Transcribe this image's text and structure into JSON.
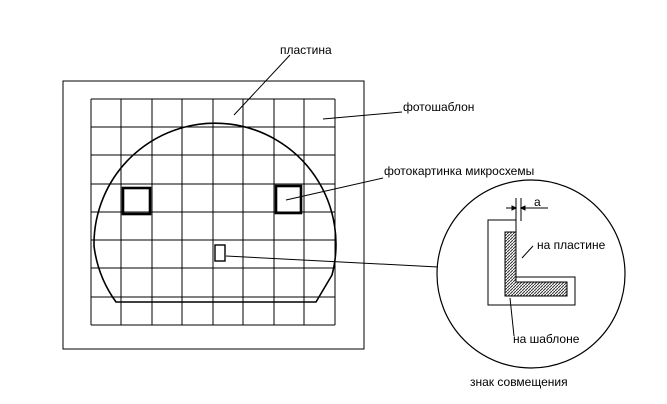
{
  "labels": {
    "plate": "пластина",
    "photomask": "фотошаблон",
    "chip_image": "фотокартинка микросхемы",
    "gap": "a",
    "on_plate": "на пластине",
    "on_mask": "на шаблоне",
    "alignment_mark": "знак совмещения"
  },
  "colors": {
    "line": "#000000",
    "hatch": "#8c8c8c",
    "background": "#ffffff"
  }
}
